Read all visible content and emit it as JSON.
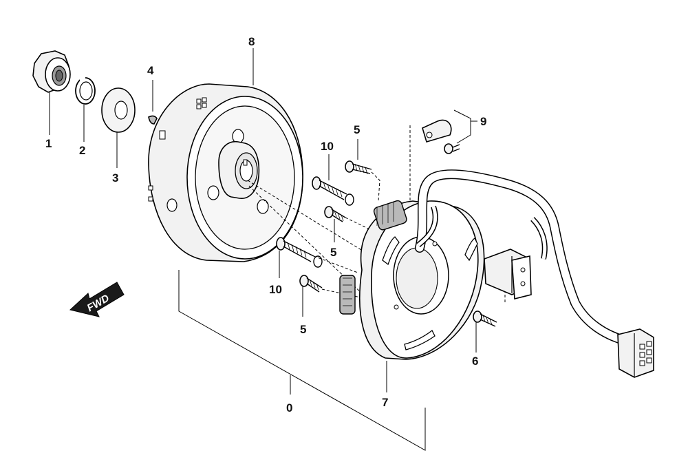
{
  "labels": {
    "p0": "0",
    "p1": "1",
    "p2": "2",
    "p3": "3",
    "p4": "4",
    "p5a": "5",
    "p5b": "5",
    "p5c": "5",
    "p6": "6",
    "p7": "7",
    "p8": "8",
    "p9": "9",
    "p10a": "10",
    "p10b": "10"
  },
  "direction_arrow": {
    "text": "FWD"
  }
}
